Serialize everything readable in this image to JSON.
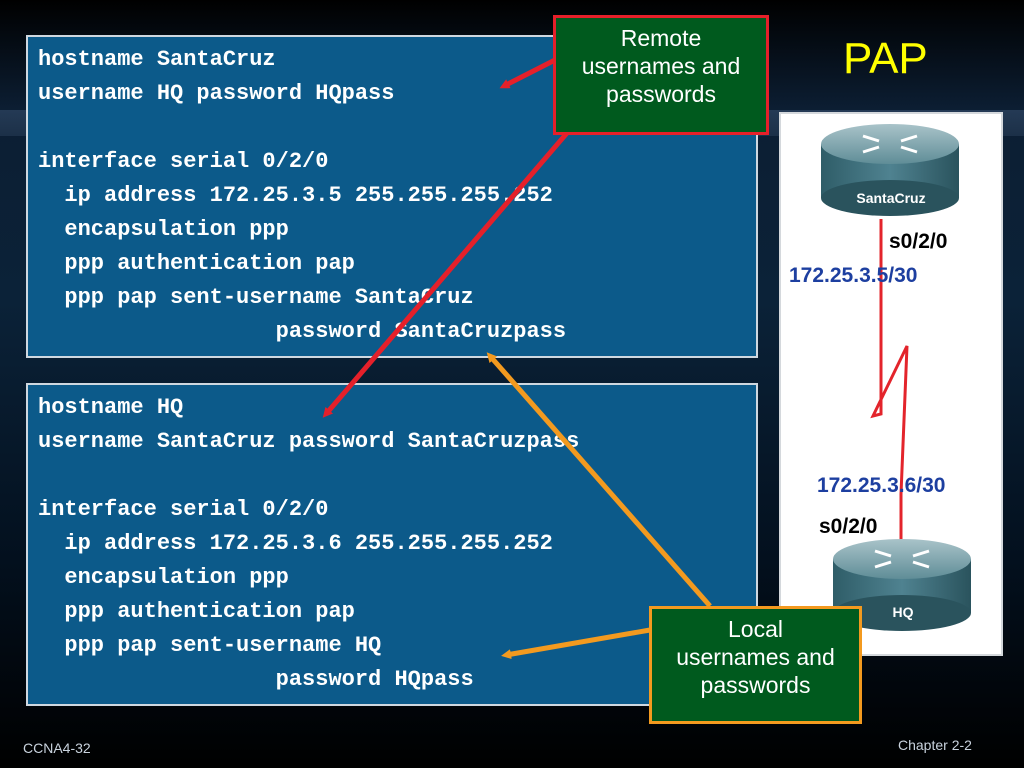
{
  "slide": {
    "title": "PAP",
    "footer_left": "CCNA4-32",
    "footer_right": "Chapter 2-2"
  },
  "santacruz_config": [
    "hostname SantaCruz",
    "username HQ password HQpass",
    "",
    "interface serial 0/2/0",
    "  ip address 172.25.3.5 255.255.255.252",
    "  encapsulation ppp",
    "  ppp authentication pap",
    "  ppp pap sent-username SantaCruz",
    "                  password SantaCruzpass"
  ],
  "hq_config": [
    "hostname HQ",
    "username SantaCruz password SantaCruzpass",
    "",
    "interface serial 0/2/0",
    "  ip address 172.25.3.6 255.255.255.252",
    "  encapsulation ppp",
    "  ppp authentication pap",
    "  ppp pap sent-username HQ",
    "                  password HQpass"
  ],
  "callouts": {
    "remote": [
      "Remote",
      "usernames and",
      "passwords"
    ],
    "local": [
      "Local",
      "usernames and",
      "passwords"
    ]
  },
  "topology": {
    "router_top": "SantaCruz",
    "router_bottom": "HQ",
    "top_interface": "s0/2/0",
    "top_ip": "172.25.3.5/30",
    "bottom_ip": "172.25.3.6/30",
    "bottom_interface": "s0/2/0"
  },
  "colors": {
    "code_bg": "#0c5a8a",
    "title": "#ffff00",
    "remote_arrow": "#e5202a",
    "local_arrow": "#f39a1f",
    "callout_bg": "#005a1e"
  }
}
